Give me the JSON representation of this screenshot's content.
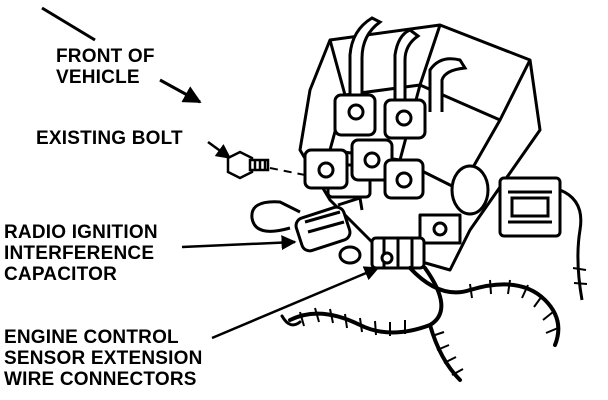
{
  "labels": {
    "front_of_vehicle": [
      "FRONT OF",
      "VEHICLE"
    ],
    "existing_bolt": "EXISTING BOLT",
    "radio_capacitor": [
      "RADIO IGNITION",
      "INTERFERENCE",
      "CAPACITOR"
    ],
    "sensor_connectors": [
      "ENGINE CONTROL",
      "SENSOR EXTENSION",
      "WIRE CONNECTORS"
    ]
  },
  "colors": {
    "ink": "#000000",
    "paper": "#ffffff"
  }
}
